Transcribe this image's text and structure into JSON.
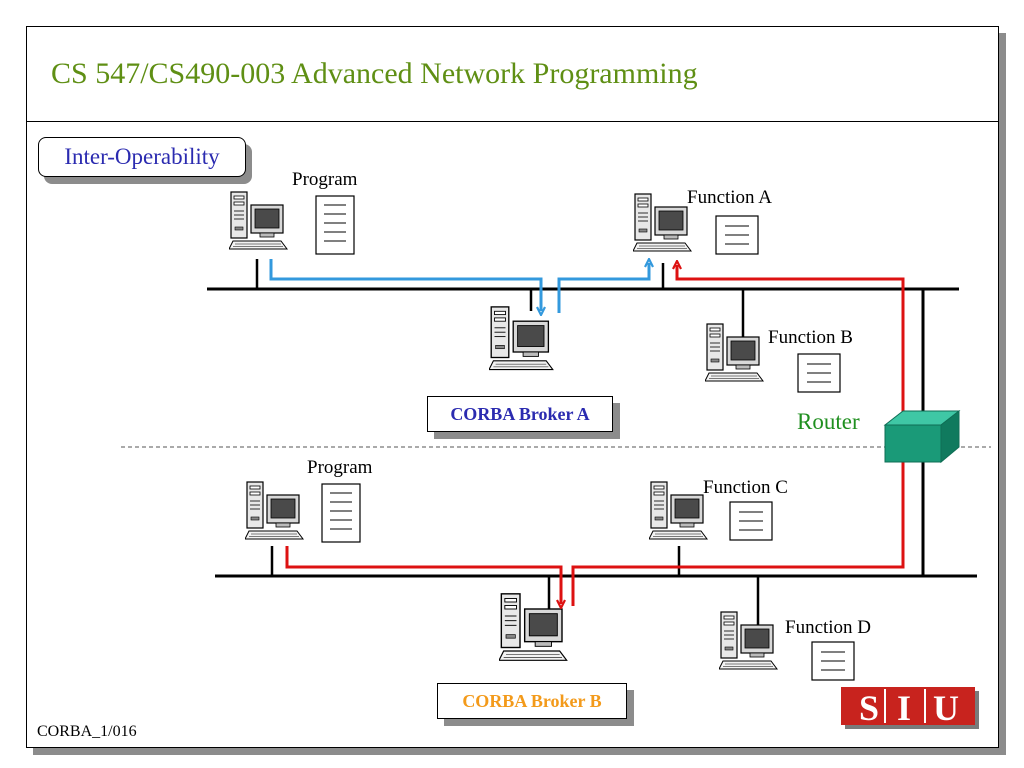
{
  "slide": {
    "title": "CS 547/CS490-003 Advanced Network Programming",
    "section_label": "Inter-Operability",
    "footer_id": "CORBA_1/016"
  },
  "diagram": {
    "top_network": {
      "program_label": "Program",
      "function_a_label": "Function A",
      "function_b_label": "Function B",
      "broker_label": "CORBA Broker A"
    },
    "router_label": "Router",
    "bottom_network": {
      "program_label": "Program",
      "function_c_label": "Function C",
      "function_d_label": "Function D",
      "broker_label": "CORBA Broker B"
    }
  },
  "logo": {
    "text": "SIU"
  },
  "colors": {
    "title": "#5f8f14",
    "router_label": "#1f8f1f",
    "router_box": "#1a9a78",
    "section_label": "#2b2bb0",
    "broker_a": "#2b2bb0",
    "broker_b": "#f39a1a",
    "request_path_a": "#3399dd",
    "request_path_b": "#dd1111",
    "logo_bg": "#c8231e"
  }
}
